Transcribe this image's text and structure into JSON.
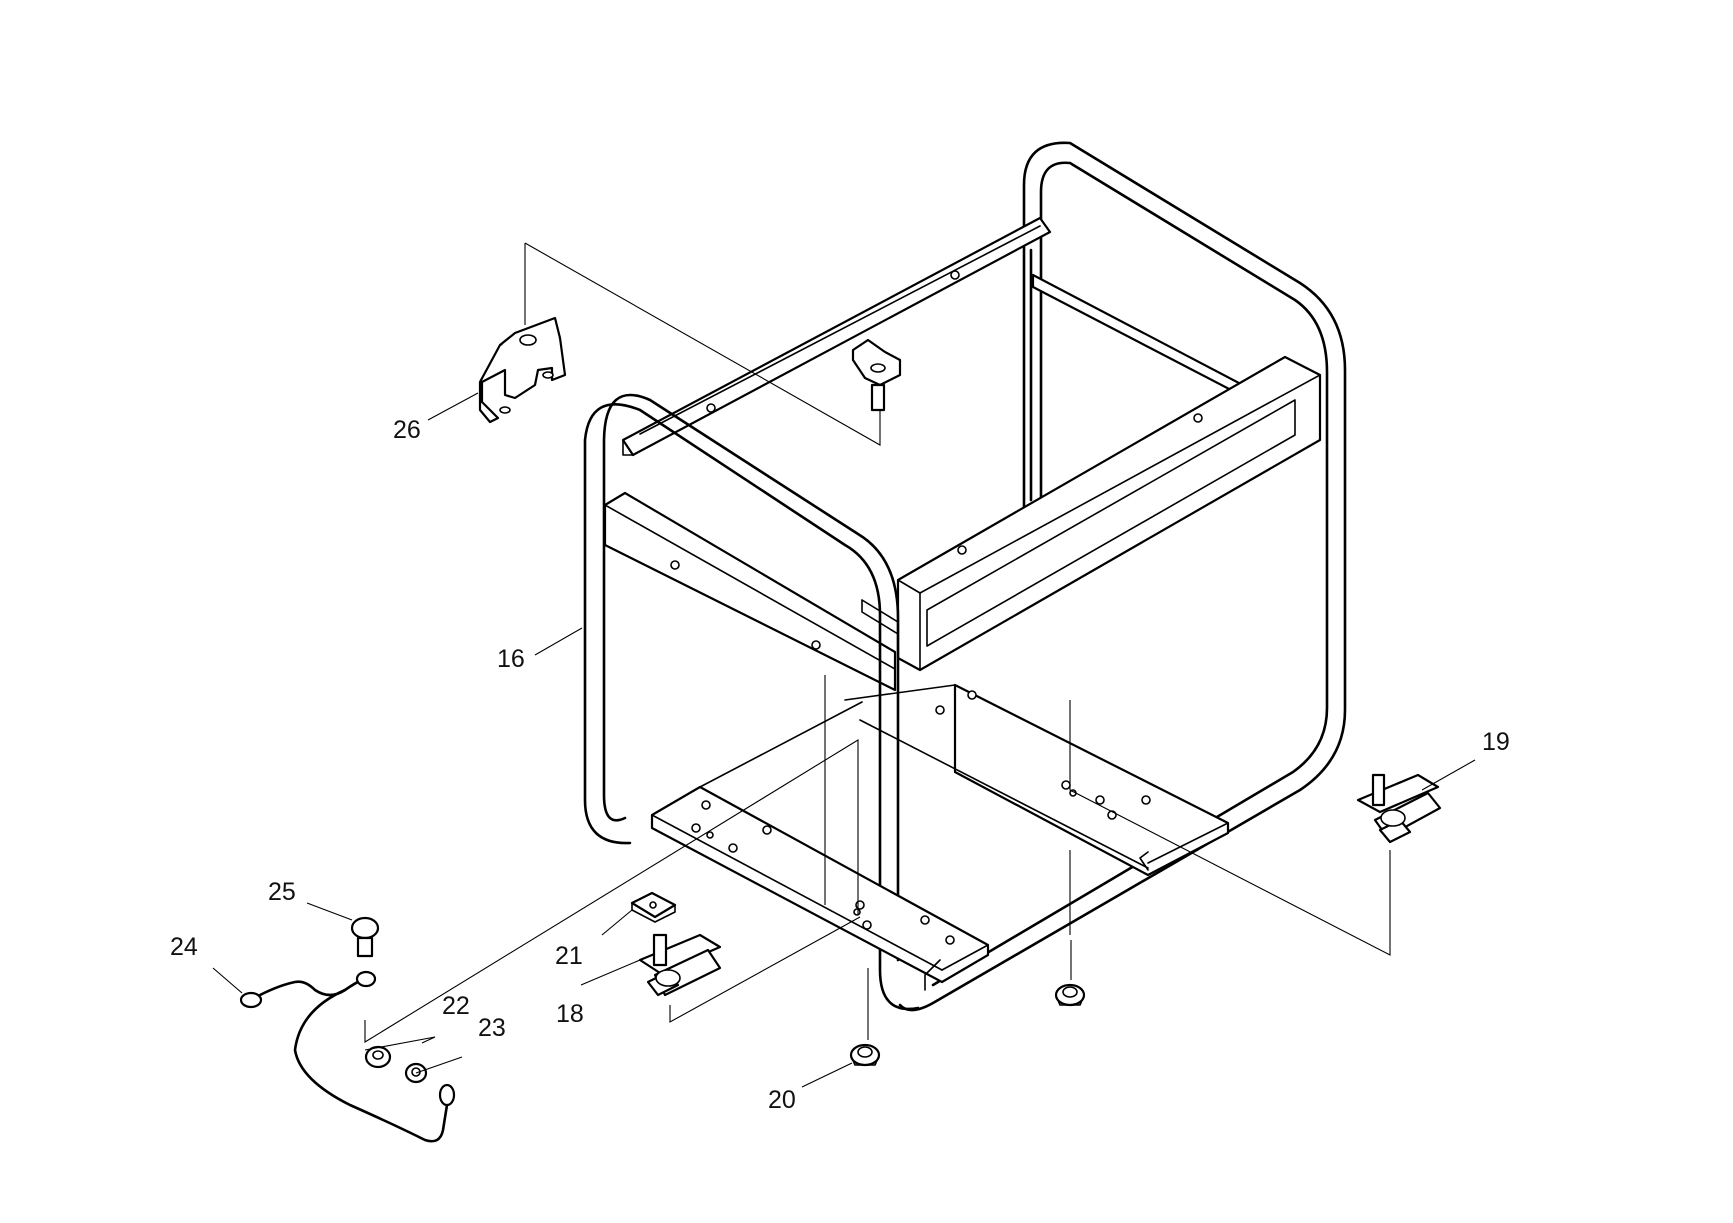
{
  "diagram": {
    "callouts": {
      "p16": "16",
      "p18": "18",
      "p19": "19",
      "p20": "20",
      "p21": "21",
      "p22": "22",
      "p23": "23",
      "p24": "24",
      "p25": "25",
      "p26": "26"
    }
  }
}
